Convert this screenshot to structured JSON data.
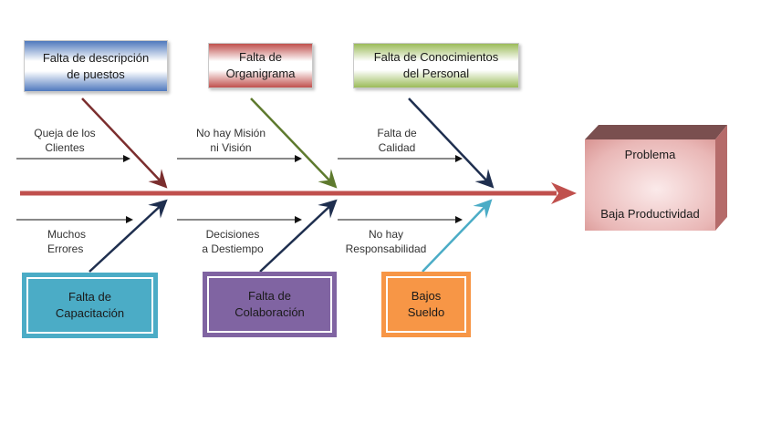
{
  "diagram": {
    "type": "ishikawa-fishbone",
    "spine_color": "#c0504d",
    "problem": {
      "title": "Problema",
      "effect": "Baja Productividad",
      "color": "#e4a9a8"
    },
    "top_causes": [
      {
        "label_line1": "Falta de descripción",
        "label_line2": "de puestos",
        "color": "#4f79bd",
        "arrow_color": "#7b2e2e",
        "sub_line1": "Queja de los",
        "sub_line2": "Clientes"
      },
      {
        "label_line1": "Falta de",
        "label_line2": "Organigrama",
        "color": "#c0504d",
        "arrow_color": "#5e7a2e",
        "sub_line1": "No hay Misión",
        "sub_line2": "ni Visión"
      },
      {
        "label_line1": "Falta de Conocimientos",
        "label_line2": "del Personal",
        "color": "#9bbb59",
        "arrow_color": "#1f2f4f",
        "sub_line1": "Falta de",
        "sub_line2": "Calidad"
      }
    ],
    "bottom_causes": [
      {
        "label_line1": "Falta de",
        "label_line2": "Capacitación",
        "color": "#4bacc6",
        "arrow_color": "#1f2f4f",
        "sub_line1": "Muchos",
        "sub_line2": "Errores"
      },
      {
        "label_line1": "Falta de",
        "label_line2": "Colaboración",
        "color": "#8064a2",
        "arrow_color": "#1f2f4f",
        "sub_line1": "Decisiones",
        "sub_line2": "a Destiempo"
      },
      {
        "label_line1": "Bajos",
        "label_line2": "Sueldo",
        "color": "#f79646",
        "arrow_color": "#4bacc6",
        "sub_line1": "No hay",
        "sub_line2": "Responsabilidad"
      }
    ]
  }
}
